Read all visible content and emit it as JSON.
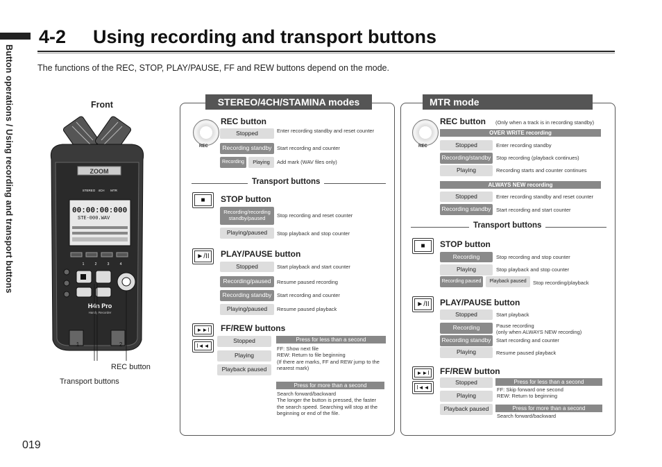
{
  "sidebar": {
    "text": "Button operations / Using recording and transport buttons"
  },
  "header": {
    "number": "4-2",
    "title": "Using recording and transport buttons"
  },
  "intro": "The functions of the REC, STOP, PLAY/PAUSE, FF and REW buttons depend on the mode.",
  "device": {
    "front_label": "Front",
    "brand": "ZOOM",
    "display_time": "00:00:00:000",
    "display_file": "STE-000.WAV",
    "modes": [
      "STEREO",
      "4CH",
      "MTR"
    ],
    "model": "H4n Pro",
    "subtitle": "Handy Recorder",
    "track_nums": [
      "1",
      "2",
      "3",
      "4"
    ],
    "inputs": [
      "1",
      "2"
    ],
    "rec_button_callout": "REC button",
    "transport_callout": "Transport buttons"
  },
  "page_number": "019",
  "stereo": {
    "heading": "STEREO/4CH/STAMINA modes",
    "rec_icon_label": "REC",
    "rec_title": "REC button",
    "rec_rows": [
      {
        "state": "Stopped",
        "desc": "Enter recording standby and reset counter"
      },
      {
        "state": "Recording standby",
        "desc": "Start recording and counter"
      },
      {
        "state_a": "Recording",
        "state_b": "Playing",
        "desc": "Add mark (WAV files only)"
      }
    ],
    "transport_label": "Transport buttons",
    "stop_title": "STOP button",
    "stop_rows": [
      {
        "state": "Recording/recording standby/paused",
        "desc": "Stop recording and reset counter"
      },
      {
        "state": "Playing/paused",
        "desc": "Stop playback and stop counter"
      }
    ],
    "play_title": "PLAY/PAUSE button",
    "play_rows": [
      {
        "state": "Stopped",
        "desc": "Start playback and start counter"
      },
      {
        "state": "Recording/paused",
        "desc": "Resume paused recording"
      },
      {
        "state": "Recording standby",
        "desc": "Start recording and counter"
      },
      {
        "state": "Playing/paused",
        "desc": "Resume paused playback"
      }
    ],
    "ff_title": "FF/REW buttons",
    "ff_bar1": "Press for less than a second",
    "ff_states": [
      "Stopped",
      "Playing",
      "Playback paused"
    ],
    "ff_desc1": [
      "FF: Show next file",
      "REW:  Return to file beginning",
      "(If there are marks, FF and REW  jump to the",
      "nearest mark)"
    ],
    "ff_bar2": "Press for more than a second",
    "ff_desc2": [
      "Search forward/backward",
      "The longer the button is pressed, the faster",
      "the search speed. Searching  will stop at the",
      "beginning or end of the file."
    ]
  },
  "mtr": {
    "heading": "MTR mode",
    "rec_icon_label": "REC",
    "rec_title": "REC button",
    "rec_note": "(Only when a track is in recording standby)",
    "overwrite_bar": "OVER WRITE recording",
    "overwrite_rows": [
      {
        "state": "Stopped",
        "desc": "Enter recording standby"
      },
      {
        "state": "Recording/standby",
        "desc": "Stop recording (playback continues)"
      },
      {
        "state": "Playing",
        "desc": "Recording starts and counter continues"
      }
    ],
    "always_bar": "ALWAYS NEW recording",
    "always_rows": [
      {
        "state": "Stopped",
        "desc": "Enter recording standby and reset counter"
      },
      {
        "state": "Recording standby",
        "desc": "Start recording and start counter"
      }
    ],
    "transport_label": "Transport buttons",
    "stop_title": "STOP button",
    "stop_rows": [
      {
        "state": "Recording",
        "desc": "Stop recording and stop counter"
      },
      {
        "state": "Playing",
        "desc": "Stop playback and stop counter"
      }
    ],
    "stop_row3": {
      "state_a": "Recording paused",
      "state_b": "Playback paused",
      "desc": "Stop recording/playback"
    },
    "play_title": "PLAY/PAUSE button",
    "play_rows": [
      {
        "state": "Stopped",
        "desc": "Start playback"
      },
      {
        "state": "Recording",
        "desc": "Pause recording\n(only when ALWAYS NEW recording)"
      },
      {
        "state": "Recording standby",
        "desc": "Start recording and counter"
      },
      {
        "state": "Playing",
        "desc": "Resume paused playback"
      }
    ],
    "ff_title": "FF/REW button",
    "ff_bar1": "Press for less than a second",
    "ff_states": [
      "Stopped",
      "Playing",
      "Playback paused"
    ],
    "ff_desc1": [
      "FF: Skip forward one second",
      "REW: Return to beginning"
    ],
    "ff_bar2": "Press for more than a second",
    "ff_desc2": "Search forward/backward"
  },
  "icons": {
    "stop": "■",
    "play_pause": "►/II",
    "ff": "►►I",
    "rew": "I◄◄"
  }
}
